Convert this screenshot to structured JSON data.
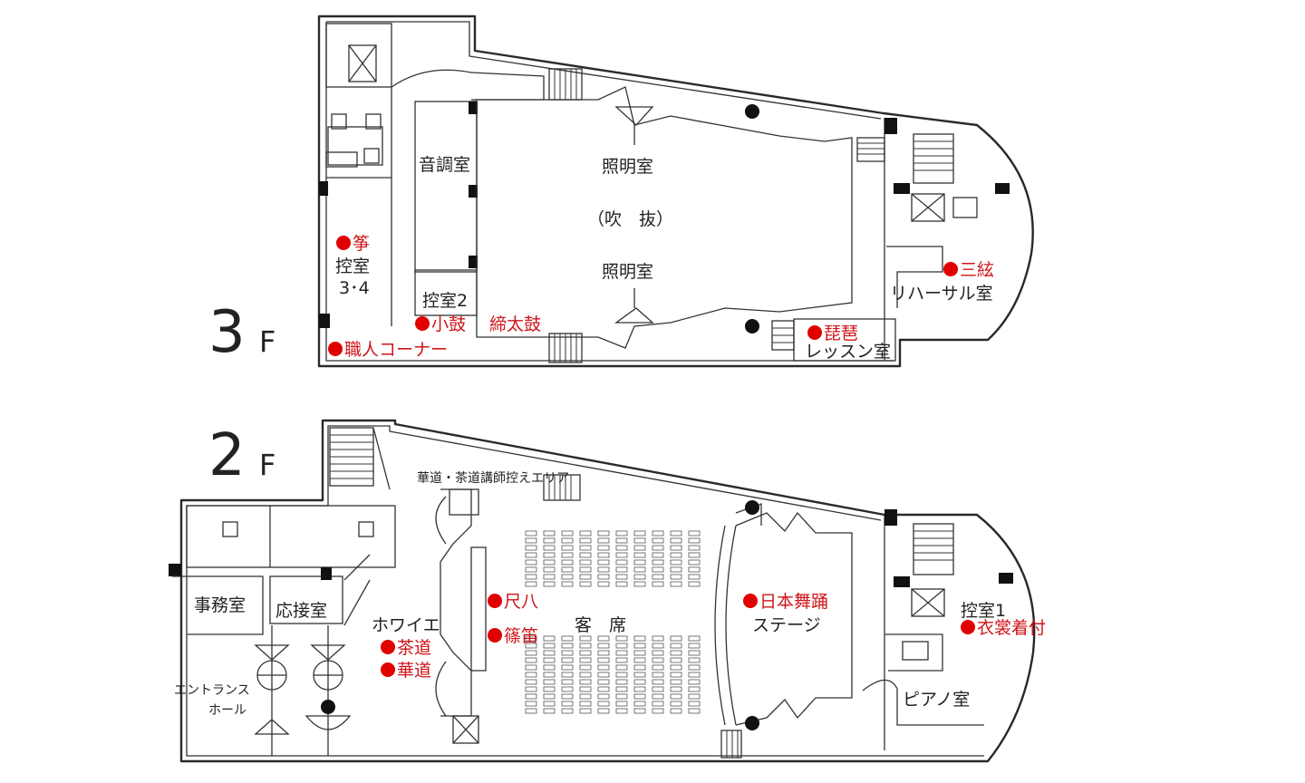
{
  "floors": {
    "f3": {
      "label_number": "3",
      "label_letter": "F",
      "rooms": {
        "onchoshitsu": "音調室",
        "shomeishitsu_top": "照明室",
        "fukinuke": "（吹　抜）",
        "shomeishitsu_bottom": "照明室",
        "hikaeshitsu34_a": "控室",
        "hikaeshitsu34_b": "3･4",
        "hikaeshitsu2": "控室2",
        "rehearsal": "リハーサル室",
        "lesson": "レッスン室"
      },
      "markers": {
        "so": "筝",
        "kotsuzumi": "小鼓",
        "shimedaiko": "締太鼓",
        "shokunin": "職人コーナー",
        "biwa": "琵琶",
        "sangen": "三絃"
      }
    },
    "f2": {
      "label_number": "2",
      "label_letter": "F",
      "rooms": {
        "kado_area": "華道・茶道講師控えエリア",
        "jimushitsu": "事務室",
        "osetsushitsu": "応接室",
        "hoyer": "ホワイエ",
        "kyakuseki": "客　席",
        "stage": "ステージ",
        "entrance_a": "エントランス",
        "entrance_b": "ホール",
        "hikaeshitsu1": "控室1",
        "piano": "ピアノ室"
      },
      "markers": {
        "shakuhachi": "尺八",
        "shinobue": "篠笛",
        "sado": "茶道",
        "kado": "華道",
        "nihonbuyo": "日本舞踊",
        "ishokitsuke": "衣裳着付"
      }
    }
  },
  "colors": {
    "marker": "#e00000",
    "marker_text": "#d0141a",
    "wall": "#2a2a2a"
  }
}
